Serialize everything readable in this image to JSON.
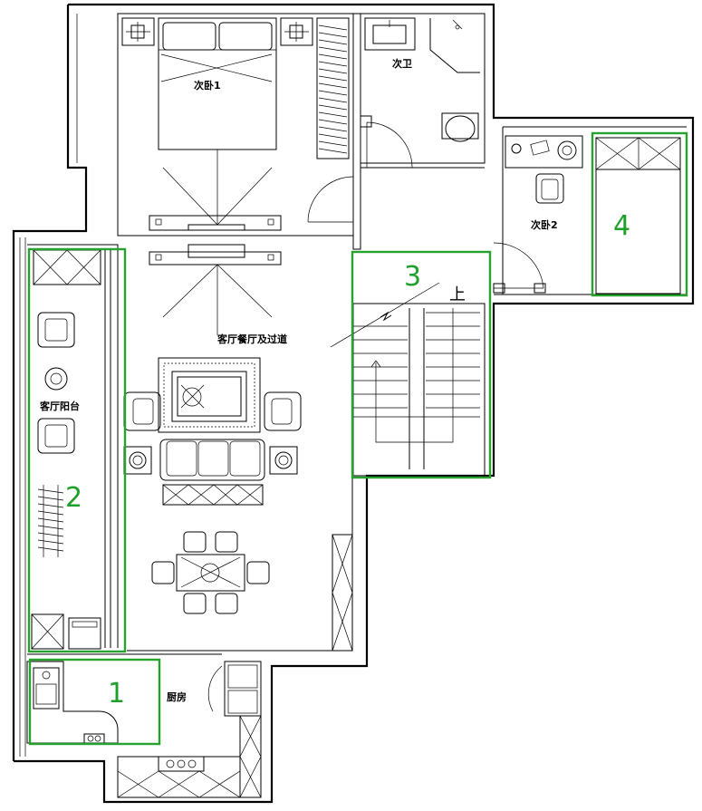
{
  "rooms": {
    "bedroom1": "次卧1",
    "bathroom": "次卫",
    "bedroom2": "次卧2",
    "living": "客厅餐厅及过道",
    "balcony": "客厅阳台",
    "kitchen": "厨房",
    "stairs_up": "上"
  },
  "markers": [
    "1",
    "2",
    "3",
    "4"
  ],
  "colors": {
    "wall": "#000000",
    "marker": "#27a32d",
    "background": "#ffffff"
  }
}
